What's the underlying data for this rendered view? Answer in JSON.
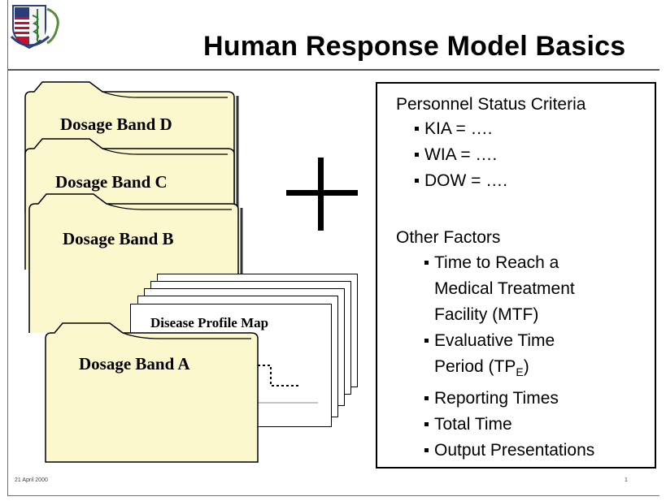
{
  "title": "Human Response Model Basics",
  "folders": {
    "band_d": "Dosage Band D",
    "band_c": "Dosage Band C",
    "band_b": "Dosage Band B",
    "band_a": "Dosage Band A"
  },
  "disease_profile_map": "Disease Profile Map",
  "criteria": {
    "heading": "Personnel Status Criteria",
    "items": [
      "KIA = ….",
      "WIA = ….",
      "DOW = …."
    ]
  },
  "other": {
    "heading": "Other Factors",
    "items": [
      {
        "lines": [
          "Time to Reach a",
          "Medical Treatment",
          "Facility (MTF)"
        ]
      },
      {
        "lines": [
          "Evaluative Time",
          "Period (TP"
        ],
        "subscript": "E",
        "suffix": ")"
      },
      {
        "lines": [
          "Reporting Times"
        ]
      },
      {
        "lines": [
          "Total Time"
        ]
      },
      {
        "lines": [
          "Output Presentations"
        ]
      }
    ]
  },
  "footer": {
    "date": "21 April 2000",
    "page": "1"
  },
  "colors": {
    "folder_fill": "#fbf8cd",
    "folder_stroke": "#000000"
  },
  "icons": {
    "logo": "us-flag-caduceus-shield-icon",
    "plus": "plus-sign-icon"
  }
}
